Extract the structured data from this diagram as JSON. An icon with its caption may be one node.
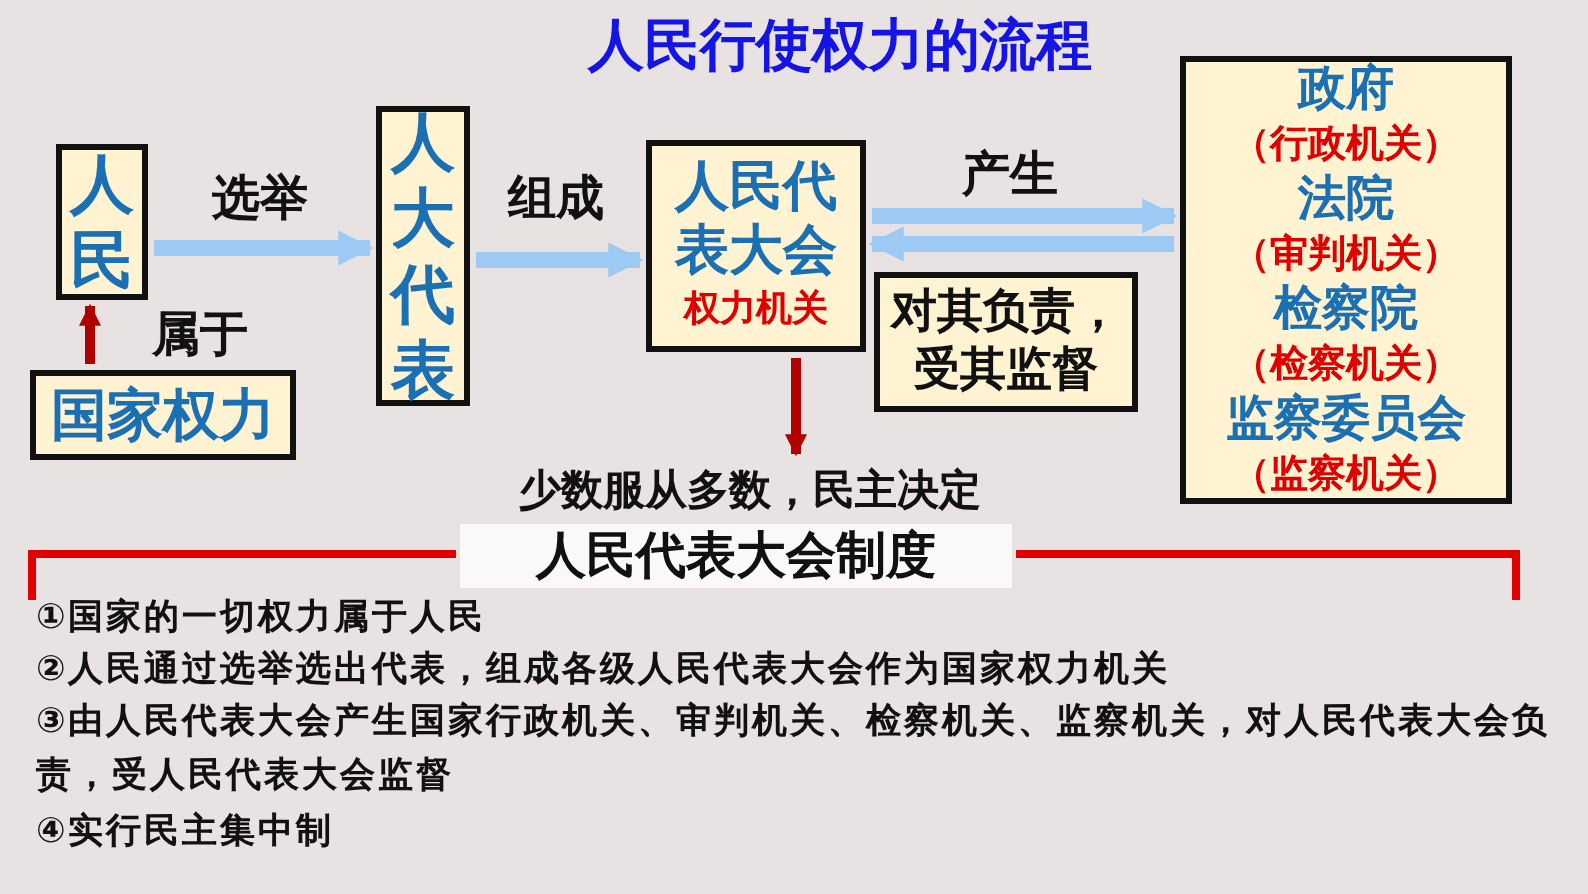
{
  "diagram": {
    "title": "人民行使权力的流程",
    "nodes": [
      {
        "text": [
          "人民"
        ]
      },
      {
        "text": [
          "国家权力"
        ]
      },
      {
        "text": [
          "人大代表"
        ]
      },
      {
        "text": [
          "人民代表大会",
          "权力机关"
        ]
      },
      {
        "text": [
          "对其负责，受其监督"
        ]
      },
      {
        "text": [
          "政府",
          "（行政机关）",
          "法院",
          "（审判机关）",
          "检察院",
          "（检察机关）",
          "监察委员会",
          "（监察机关）"
        ]
      },
      {
        "text": [
          "少数服从多数，民主决定"
        ]
      },
      {
        "text": [
          "人民代表大会制度"
        ]
      }
    ],
    "edges": [
      {
        "from": 1,
        "to": 0,
        "arrow": "to",
        "label": "属于",
        "color": "#b00000"
      },
      {
        "from": 0,
        "to": 2,
        "arrow": "to",
        "label": "选举"
      },
      {
        "from": 2,
        "to": 3,
        "arrow": "to",
        "label": "组成"
      },
      {
        "from": 3,
        "to": 5,
        "arrow": "to",
        "label": "产生"
      },
      {
        "from": 5,
        "to": 3,
        "arrow": "to"
      },
      {
        "from": 3,
        "to": 6,
        "arrow": "to",
        "color": "#b00000"
      }
    ],
    "labels": [
      "①国家的一切权力属于人民",
      "②人民通过选举选出代表，组成各级人民代表大会作为国家权力机关",
      "③由人民代表大会产生国家行政机关、审判机关、检察机关、监察机关，对人民代表大会负责，受人民代表大会监督",
      "④实行民主集中制"
    ]
  }
}
